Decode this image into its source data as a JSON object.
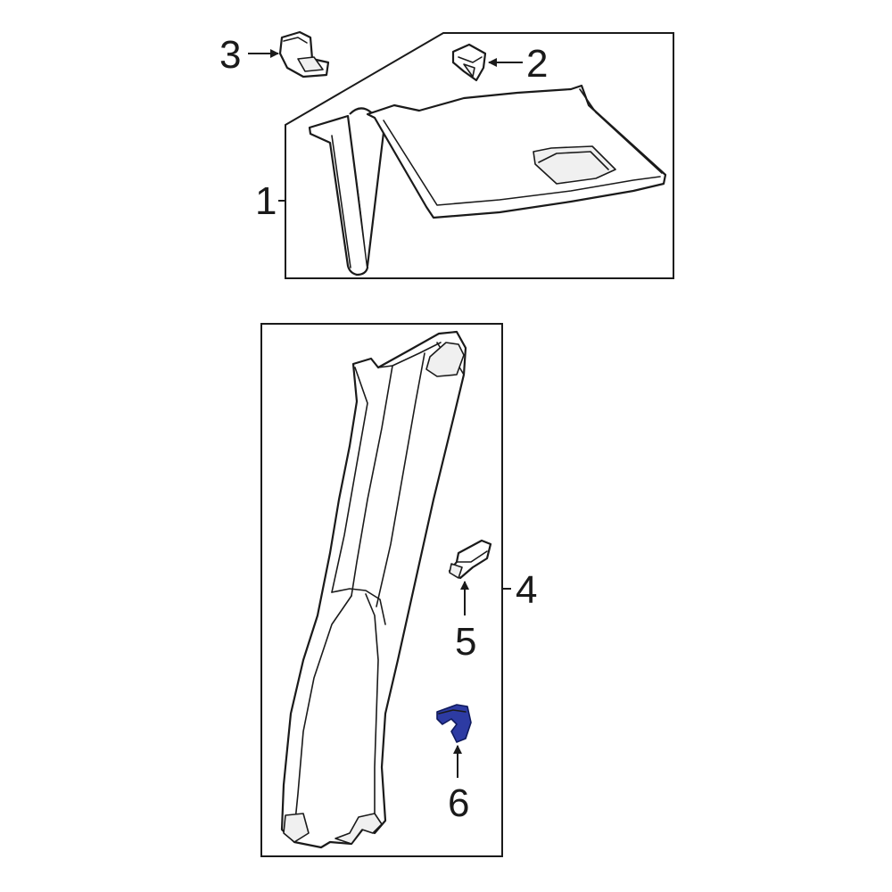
{
  "callouts": {
    "c1": "1",
    "c2": "2",
    "c3": "3",
    "c4": "4",
    "c5": "5",
    "c6": "6"
  },
  "colors": {
    "highlight": "#2d3ba3",
    "line": "#1a1a1a"
  }
}
